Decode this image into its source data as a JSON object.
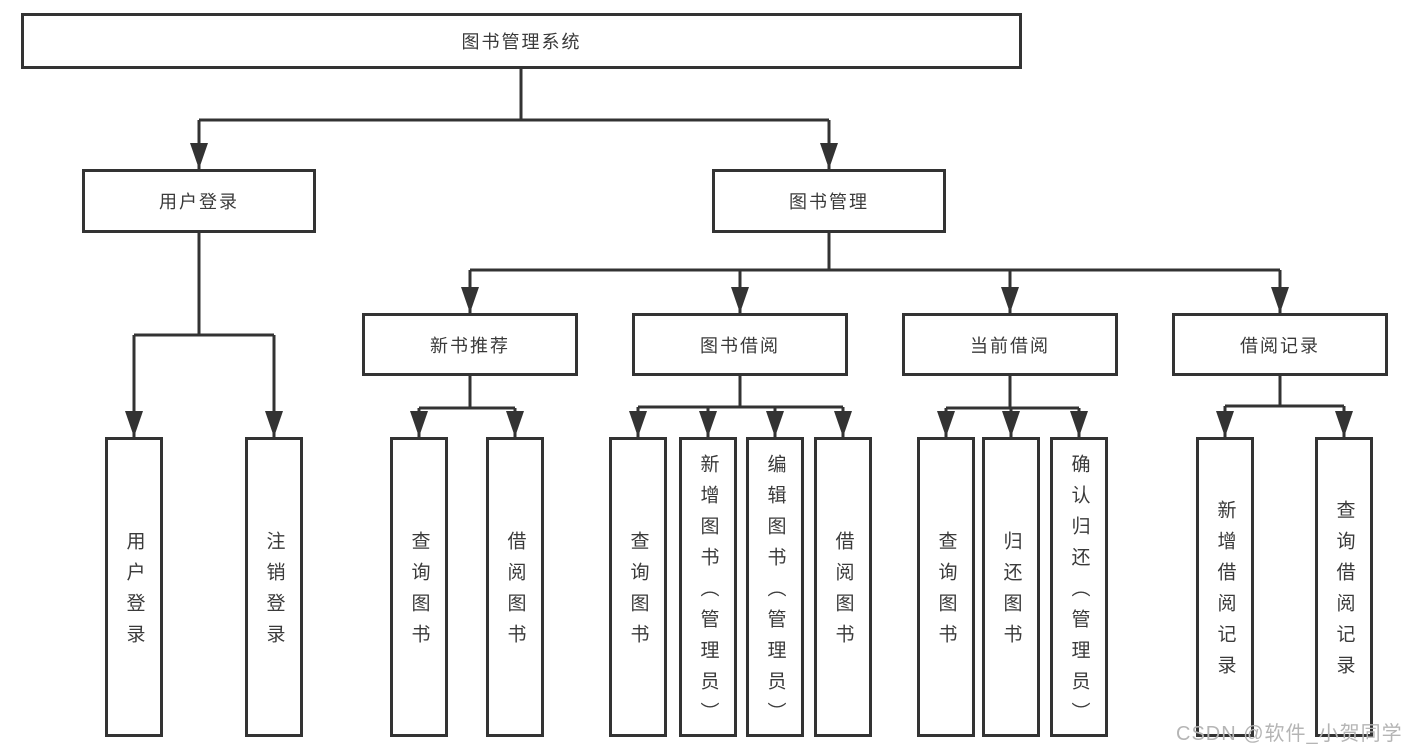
{
  "diagram": {
    "title": "图书管理系统",
    "root": {
      "label": "图书管理系统"
    },
    "level1": [
      {
        "label": "用户登录"
      },
      {
        "label": "图书管理"
      }
    ],
    "level2": [
      {
        "label": "新书推荐",
        "parent": "图书管理"
      },
      {
        "label": "图书借阅",
        "parent": "图书管理"
      },
      {
        "label": "当前借阅",
        "parent": "图书管理"
      },
      {
        "label": "借阅记录",
        "parent": "图书管理"
      }
    ],
    "leaves": [
      {
        "label": "用户登录",
        "parent": "用户登录"
      },
      {
        "label": "注销登录",
        "parent": "用户登录"
      },
      {
        "label": "查询图书",
        "parent": "新书推荐"
      },
      {
        "label": "借阅图书",
        "parent": "新书推荐"
      },
      {
        "label": "查询图书",
        "parent": "图书借阅"
      },
      {
        "label": "新增图书（管理员）",
        "parent": "图书借阅"
      },
      {
        "label": "编辑图书（管理员）",
        "parent": "图书借阅"
      },
      {
        "label": "借阅图书",
        "parent": "图书借阅"
      },
      {
        "label": "查询图书",
        "parent": "当前借阅"
      },
      {
        "label": "归还图书",
        "parent": "当前借阅"
      },
      {
        "label": "确认归还（管理员）",
        "parent": "当前借阅"
      },
      {
        "label": "新增借阅记录",
        "parent": "借阅记录"
      },
      {
        "label": "查询借阅记录",
        "parent": "借阅记录"
      }
    ]
  },
  "watermark": {
    "text": "CSDN @软件_小贺同学"
  },
  "colors": {
    "line": "#333333",
    "text": "#3a3a3a",
    "watermark": "#b5b5b5",
    "background": "#ffffff"
  }
}
